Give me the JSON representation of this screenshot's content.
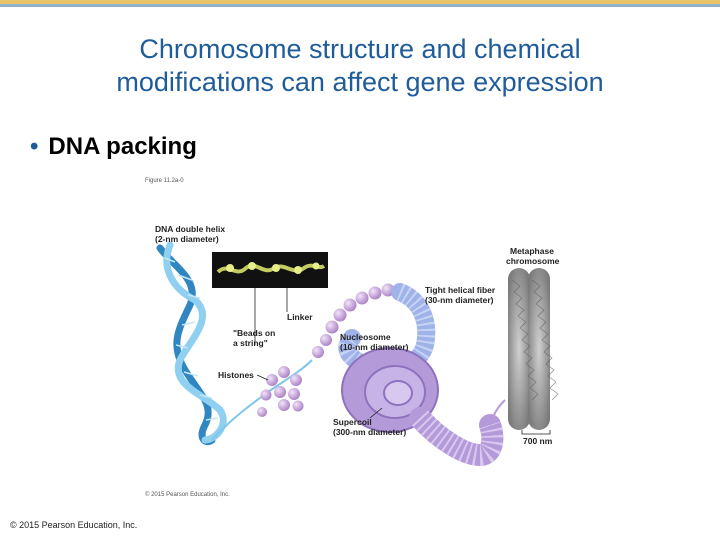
{
  "slide": {
    "title_line1": "Chromosome structure and chemical",
    "title_line2": "modifications can affect gene expression",
    "bullet": "DNA packing",
    "bullet_marker": "•",
    "footer": "© 2015 Pearson Education, Inc."
  },
  "figure": {
    "figure_id": "Figure 11.2a-0",
    "copyright": "© 2015 Pearson Education, Inc.",
    "labels": {
      "dna_helix_1": "DNA double helix",
      "dna_helix_2": "(2-nm diameter)",
      "linker": "Linker",
      "beads_1": "\"Beads on",
      "beads_2": "a string\"",
      "histones": "Histones",
      "nucleosome_1": "Nucleosome",
      "nucleosome_2": "(10-nm diameter)",
      "fiber_1": "Tight helical fiber",
      "fiber_2": "(30-nm diameter)",
      "supercoil_1": "Supercoil",
      "supercoil_2": "(300-nm diameter)",
      "metaphase_1": "Metaphase",
      "metaphase_2": "chromosome",
      "scale": "700 nm"
    }
  },
  "colors": {
    "title": "#1f5c99",
    "dna": "#4aa3d6",
    "histone": "#c9a3d9",
    "fiber": "#9fb3e8",
    "supercoil": "#b49ad8",
    "chromosome": "#9a9a9a"
  }
}
